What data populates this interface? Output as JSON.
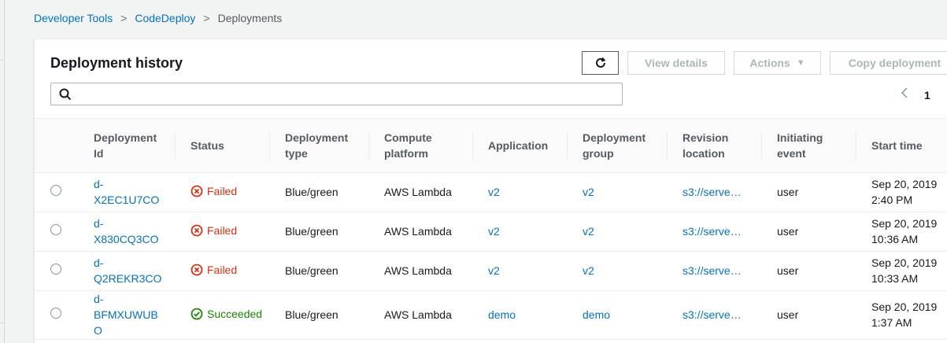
{
  "breadcrumb": {
    "items": [
      "Developer Tools",
      "CodeDeploy"
    ],
    "current": "Deployments",
    "separator": ">"
  },
  "panel": {
    "title": "Deployment history",
    "buttons": {
      "view_details": "View details",
      "actions": "Actions",
      "copy_deployment": "Copy deployment"
    },
    "search": {
      "value": "",
      "placeholder": ""
    },
    "pagination": {
      "page": "1"
    }
  },
  "table": {
    "headers": {
      "deployment_id": [
        "Deployment",
        "Id"
      ],
      "status": "Status",
      "deployment_type": [
        "Deployment",
        "type"
      ],
      "compute_platform": [
        "Compute",
        "platform"
      ],
      "application": "Application",
      "deployment_group": [
        "Deployment",
        "group"
      ],
      "revision_location": [
        "Revision",
        "location"
      ],
      "initiating_event": [
        "Initiating",
        "event"
      ],
      "start_time": "Start time"
    },
    "rows": [
      {
        "id_lines": [
          "d-",
          "X2EC1U7CO"
        ],
        "status": "Failed",
        "type": "Blue/green",
        "platform": "AWS Lambda",
        "application": "v2",
        "group": "v2",
        "revision": "s3://serve…",
        "event": "user",
        "start_lines": [
          "Sep 20, 2019",
          "2:40 PM"
        ]
      },
      {
        "id_lines": [
          "d-",
          "X830CQ3CO"
        ],
        "status": "Failed",
        "type": "Blue/green",
        "platform": "AWS Lambda",
        "application": "v2",
        "group": "v2",
        "revision": "s3://serve…",
        "event": "user",
        "start_lines": [
          "Sep 20, 2019",
          "10:36 AM"
        ]
      },
      {
        "id_lines": [
          "d-",
          "Q2REKR3CO"
        ],
        "status": "Failed",
        "type": "Blue/green",
        "platform": "AWS Lambda",
        "application": "v2",
        "group": "v2",
        "revision": "s3://serve…",
        "event": "user",
        "start_lines": [
          "Sep 20, 2019",
          "10:33 AM"
        ]
      },
      {
        "id_lines": [
          "d-",
          "BFMXUWUB",
          "O"
        ],
        "status": "Succeeded",
        "type": "Blue/green",
        "platform": "AWS Lambda",
        "application": "demo",
        "group": "demo",
        "revision": "s3://serve…",
        "event": "user",
        "start_lines": [
          "Sep 20, 2019",
          "1:37 AM"
        ]
      }
    ]
  },
  "icons": {
    "refresh": "refresh-icon",
    "search": "search-icon",
    "caret": "caret-down-icon",
    "prev": "chevron-left-icon",
    "failed": "error-circle-icon",
    "succeeded": "success-circle-icon"
  },
  "colors": {
    "link": "#0073bb",
    "failed": "#d13212",
    "succeeded": "#1d8102"
  }
}
